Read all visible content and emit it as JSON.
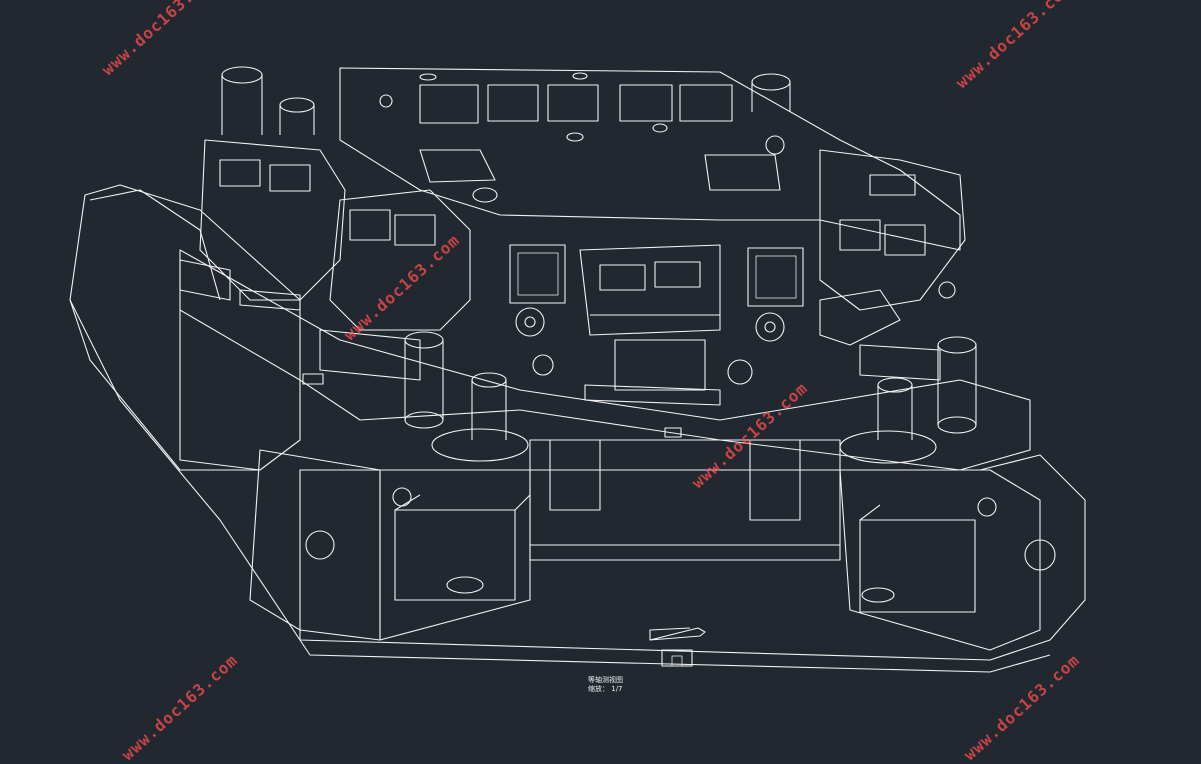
{
  "drawing": {
    "caption_line1": "等轴测视图",
    "caption_line2": "缩放：",
    "scale_value": "1/7"
  },
  "watermark": {
    "text": "www.doc163.com"
  },
  "colors": {
    "background": "#212830",
    "lines": "#f2f2f2",
    "watermark": "#ff4d4d"
  }
}
